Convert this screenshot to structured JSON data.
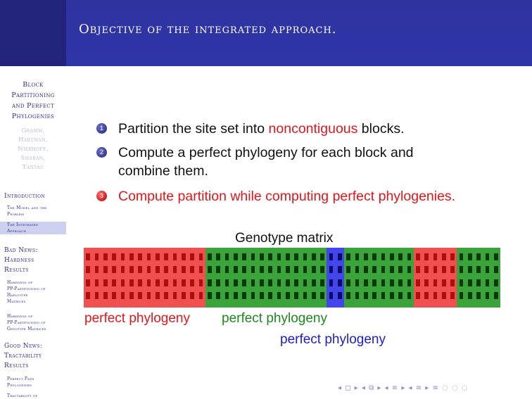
{
  "sidebar": {
    "title_lines": [
      "Block",
      "Partitioning",
      "and Perfect",
      "Phylogenies"
    ],
    "authors_lines": [
      "Gramm,",
      "Hartman,",
      "Nierhoff,",
      "Sharan,",
      "Tantau"
    ],
    "sections": [
      {
        "label_lines": [
          "Introduction"
        ],
        "subsections": [
          {
            "label_lines": [
              "The Model and the",
              "Problem"
            ],
            "active": false
          },
          {
            "label_lines": [
              "The Integrated",
              "Approach"
            ],
            "active": true
          }
        ]
      },
      {
        "label_lines": [
          "Bad News:",
          "Hardness",
          "Results"
        ],
        "subsections": [
          {
            "label_lines": [
              "Hardness of",
              "PP-Partitioning of",
              "Haplotype",
              "Matrices"
            ],
            "active": false
          },
          {
            "label_lines": [
              "Hardness of",
              "PP-Partitioning of",
              "Genotype Matrices"
            ],
            "active": false
          }
        ]
      },
      {
        "label_lines": [
          "Good News:",
          "Tractability",
          "Results"
        ],
        "subsections": [
          {
            "label_lines": [
              "Perfect Path",
              "Phylogenies"
            ],
            "active": false
          },
          {
            "label_lines": [
              "Tractability of"
            ],
            "active": false
          }
        ]
      }
    ]
  },
  "header": {
    "title": "Objective of the integrated approach."
  },
  "list": [
    {
      "number": "1",
      "pre": "Partition the site set into ",
      "highlight": "noncontiguous",
      "post": " blocks."
    },
    {
      "number": "2",
      "line1": "Compute a perfect phylogeny for each block and",
      "line2": "combine them."
    },
    {
      "number": "3",
      "text": "Compute partition while computing perfect phylogenies."
    }
  ],
  "matrix": {
    "title": "Genotype matrix",
    "blocks": [
      {
        "color": "red",
        "columns": 14
      },
      {
        "color": "green",
        "columns": 14
      },
      {
        "color": "blue",
        "columns": 2
      },
      {
        "color": "green",
        "columns": 8
      },
      {
        "color": "red",
        "columns": 5
      },
      {
        "color": "green",
        "columns": 5
      }
    ],
    "rows": 4
  },
  "labels": {
    "red": "perfect phylogeny",
    "green": "perfect phylogeny",
    "blue": "perfect phylogeny"
  },
  "colors": {
    "red_block": "#f05050",
    "red_cell": "#b00d0d",
    "green_block": "#3aa33a",
    "green_cell": "#0a3a0a",
    "blue_block": "#4545ee",
    "blue_cell": "#0b0b6a",
    "red_text": "#e3161b",
    "green_text": "#1d8a1d",
    "blue_text": "#1d1dd0"
  },
  "nav": {
    "symbols": "◂ ◻ ▸ ◂ ⧉ ▸ ◂ ≡ ▸ ◂ ≡ ▸ ≡ ◌ ◌ ◌"
  }
}
